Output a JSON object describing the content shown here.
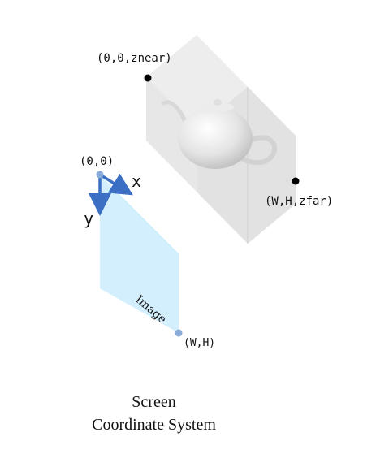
{
  "labels": {
    "near_corner": "(0,0,znear)",
    "far_corner": "(W,H,zfar)",
    "origin": "(0,0)",
    "x_axis": "x",
    "y_axis": "y",
    "image_label": "Image",
    "image_corner": "(W,H)"
  },
  "caption": {
    "line1": "Screen",
    "line2": "Coordinate System"
  },
  "colors": {
    "box_front": "#e9e9e9",
    "box_side": "#dadada",
    "box_top": "#f3f3f3",
    "image_fill": "#d3eefd",
    "axis_arrow": "#3a6fc4",
    "point_marker": "#8aaad8"
  }
}
